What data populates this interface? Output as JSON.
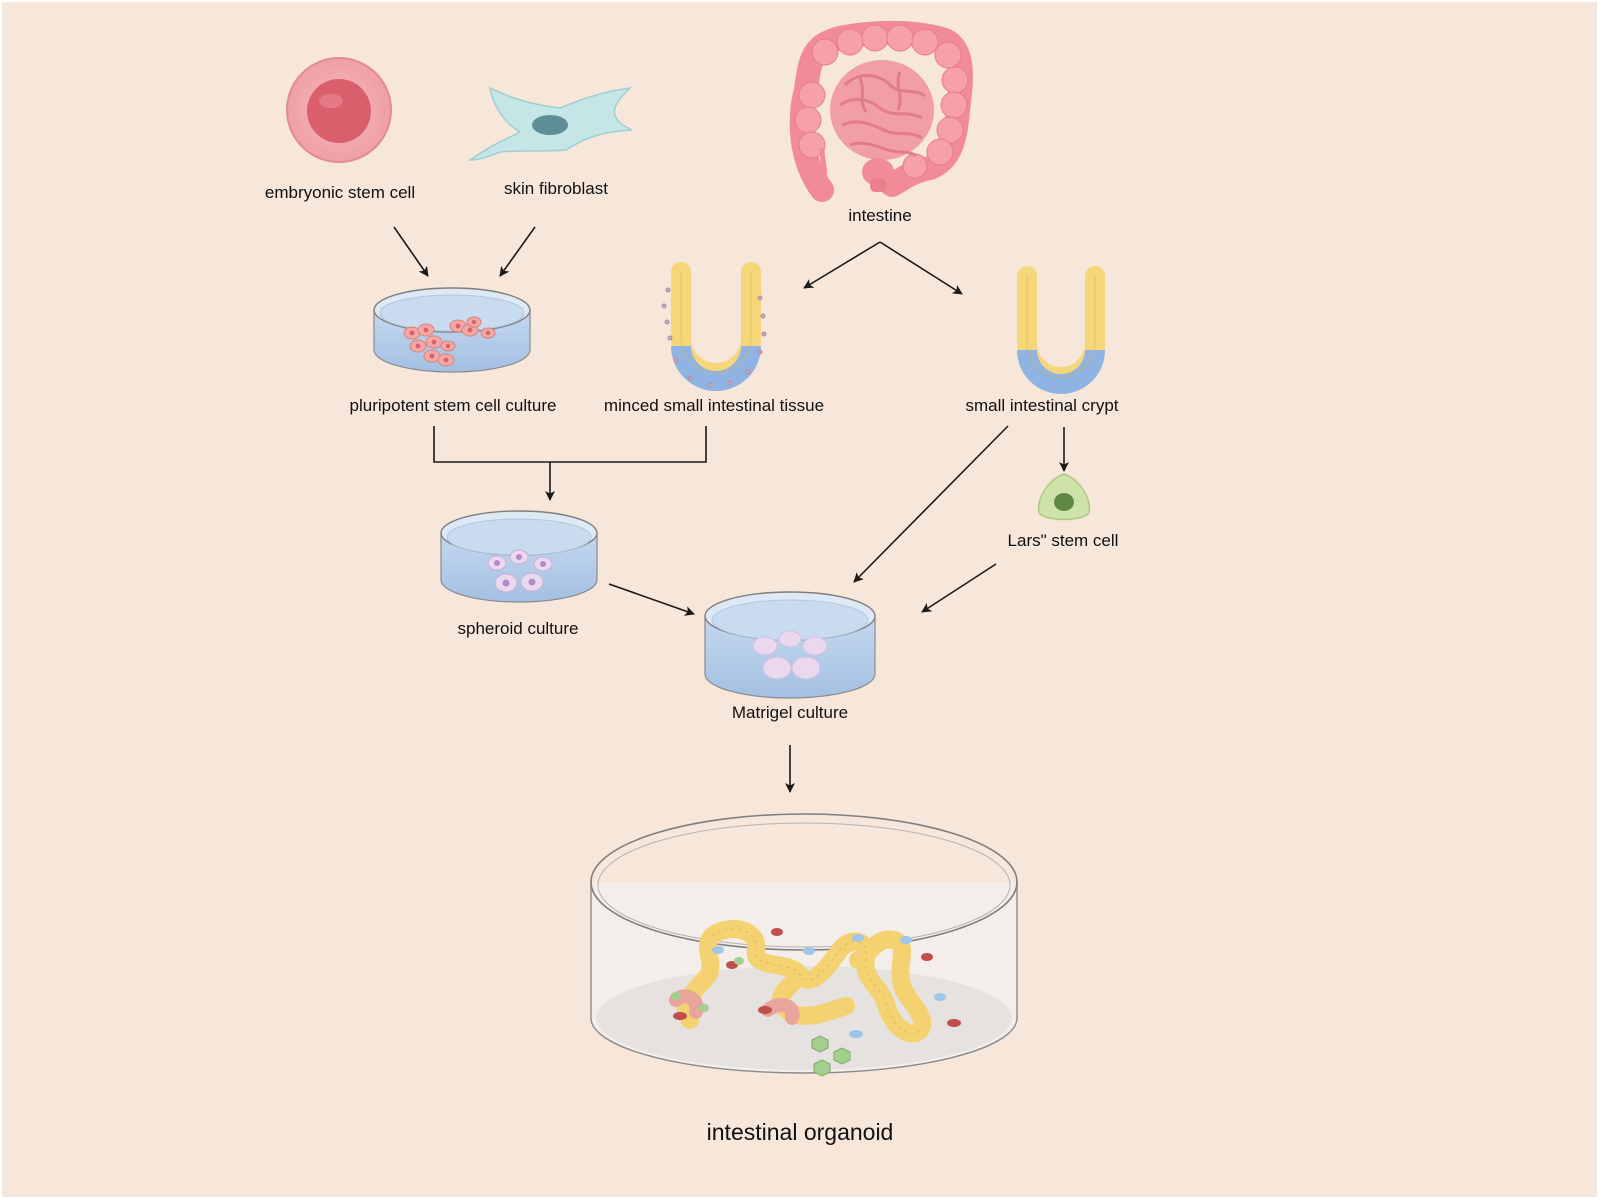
{
  "labels": {
    "embryonic_stem_cell": "embryonic stem cell",
    "skin_fibroblast": "skin fibroblast",
    "intestine": "intestine",
    "pluripotent_culture": "pluripotent stem cell culture",
    "minced_tissue": "minced small intestinal tissue",
    "crypt": "small intestinal crypt",
    "lgr5_cell": "Lars\" stem cell",
    "spheroid_culture": "spheroid culture",
    "matrigel_culture": "Matrigel culture",
    "organoid": "intestinal organoid"
  },
  "colors": {
    "background": "#f7e6da",
    "arrow": "#1a1a1a",
    "dish_liquid": "#a9c6e6",
    "epithelium_yellow": "#f5d77a",
    "stem_zone_blue": "#8fb3e3",
    "embryonic_cell": "#f0a6ae",
    "fibroblast": "#bfe3e3",
    "lgr5_cell": "#c9dfa6",
    "intestine_pink": "#f29aa2"
  },
  "icons": [
    "embryonic-stem-cell-icon",
    "fibroblast-icon",
    "intestine-icon",
    "petri-dish-icon",
    "crypt-icon",
    "lgr5-stem-cell-icon",
    "organoid-dish-icon"
  ]
}
